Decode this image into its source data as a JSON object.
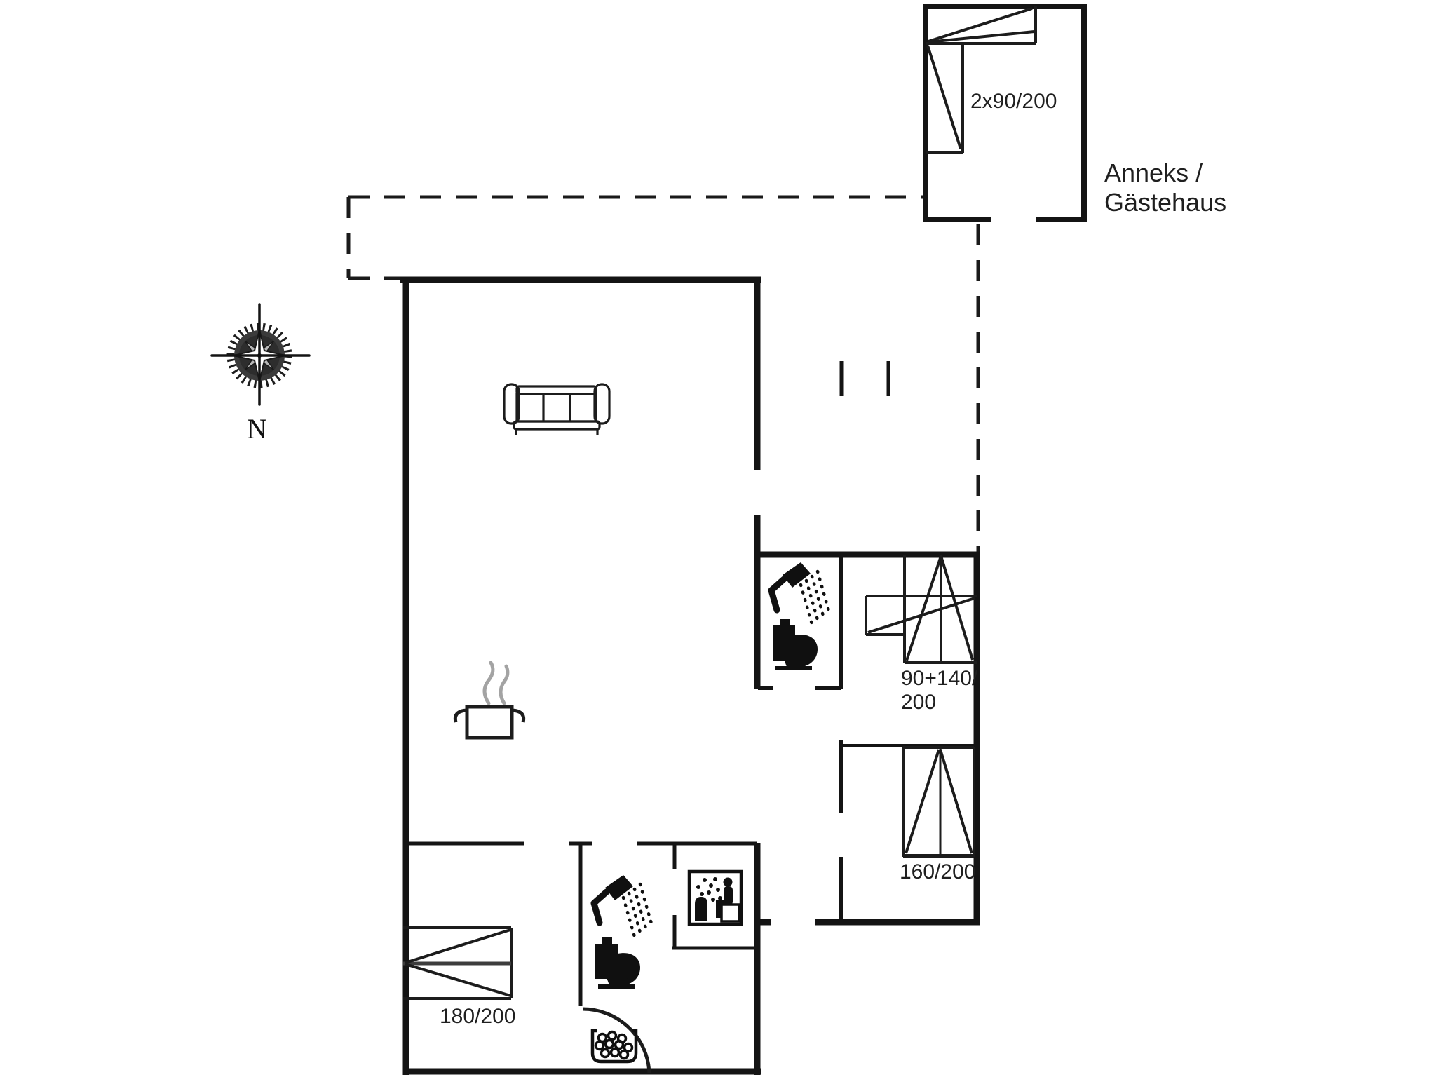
{
  "page": {
    "background_color": "#ffffff",
    "wall_color": "#141414",
    "steam_color": "#a3a3a3"
  },
  "floor_plan": {
    "compass": {
      "north_label": "N"
    },
    "annex": {
      "name_line1": "Anneks /",
      "name_line2": "Gästehaus",
      "bed_label": "2x90/200"
    },
    "main_house": {
      "bedroom_back_right": {
        "bed_label_line1": "90+140/",
        "bed_label_line2": "200"
      },
      "bedroom_front_right": {
        "bed_label": "160/200"
      },
      "bedroom_front_left": {
        "bed_label": "180/200"
      }
    },
    "icons": {
      "compass-rose-icon": "8-point compass rose with cross hairs",
      "sofa-icon": "three-seat sofa, top view",
      "cooking-pot-icon": "steaming cooking pot (kitchen)",
      "shower-icon": "hand shower with spray",
      "toilet-icon": "toilet, side silhouette",
      "sauna-icon": "sauna pictogram (person on bench, steam, heater)",
      "washing-machine-icon": "wash tub with bubbles",
      "door-swing-icon": "quarter-circle door swing arc",
      "bed-icon": "bed with folded-duvet diagonals"
    }
  }
}
